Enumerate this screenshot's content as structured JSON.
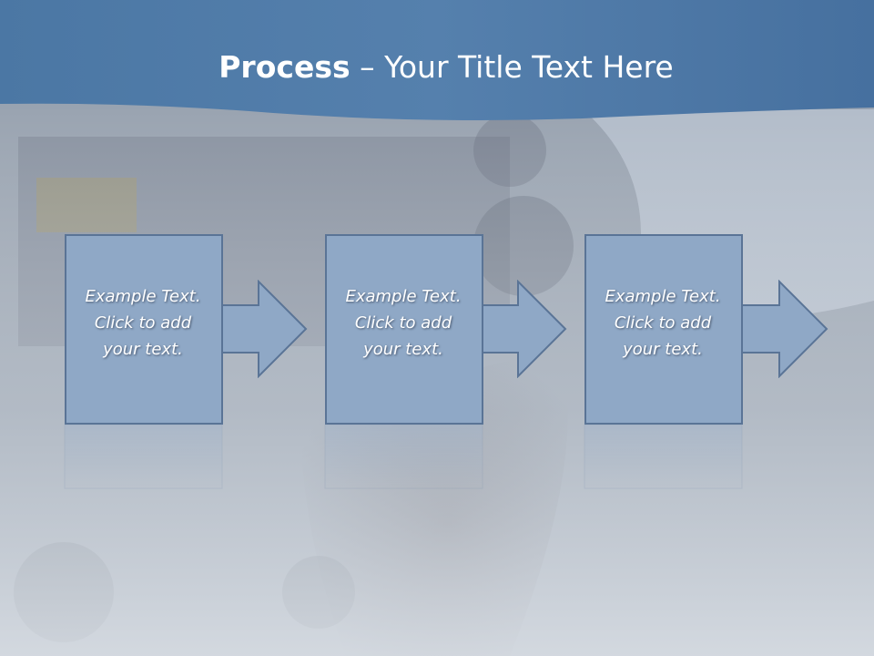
{
  "slide": {
    "title_bold": "Process",
    "title_rest": " – Your Title Text Here",
    "steps": [
      {
        "line1": "Example Text.",
        "line2": "Click  to add",
        "line3": "your text."
      },
      {
        "line1": "Example Text.",
        "line2": "Click  to add",
        "line3": "your text."
      },
      {
        "line1": "Example Text.",
        "line2": "Click  to add",
        "line3": "your text."
      }
    ]
  },
  "colors": {
    "header_blue": "#3f6a9a",
    "box_fill": "#8fa8c6",
    "box_border": "#5a7496",
    "title_text": "#ffffff"
  },
  "icons": {
    "step_arrow": "right-arrow-icon"
  }
}
